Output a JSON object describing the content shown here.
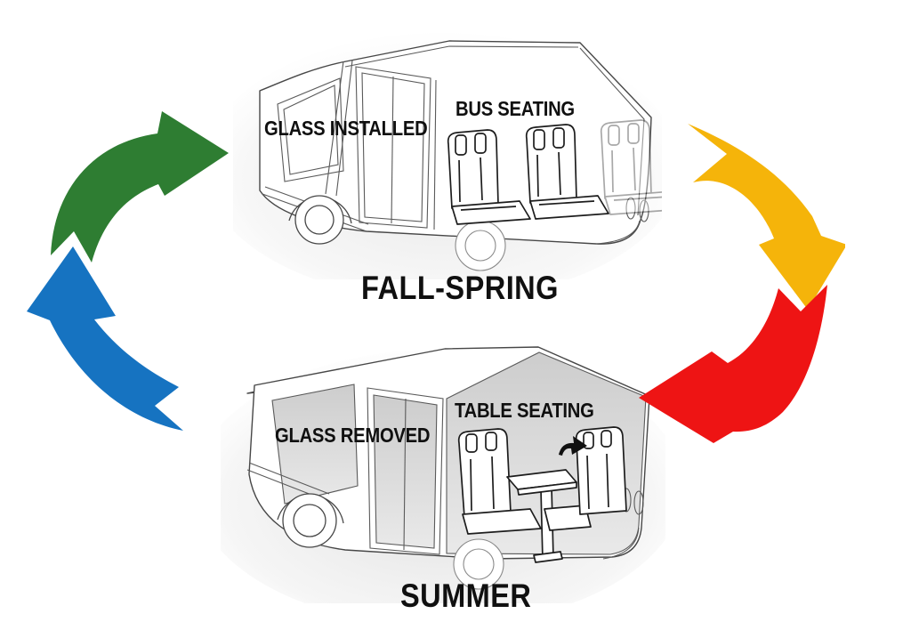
{
  "diagram": {
    "title_implicit": "seasonal vehicle configuration cycle",
    "top_state": {
      "season_label": "FALL-SPRING",
      "glass_label": "GLASS INSTALLED",
      "seating_label": "BUS SEATING"
    },
    "bottom_state": {
      "season_label": "SUMMER",
      "glass_label": "GLASS REMOVED",
      "seating_label": "TABLE SEATING"
    },
    "arrows": [
      {
        "name": "green-cycle-arrow",
        "color": "#2e7d32",
        "position": "top-left",
        "points": "right"
      },
      {
        "name": "yellow-cycle-arrow",
        "color": "#f5b40a",
        "position": "top-right",
        "points": "down"
      },
      {
        "name": "red-cycle-arrow",
        "color": "#ee1414",
        "position": "right",
        "points": "left"
      },
      {
        "name": "blue-cycle-arrow",
        "color": "#1673c1",
        "position": "left",
        "points": "up"
      }
    ],
    "colors": {
      "background": "#ffffff",
      "text": "#101010",
      "sketch_line": "#474747",
      "seat_line": "#1d1d1d",
      "open_shade": "#d7d7d7",
      "flip_arrow": "#111111"
    }
  }
}
